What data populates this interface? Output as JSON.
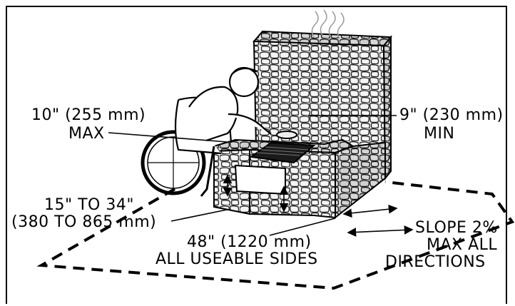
{
  "labels": {
    "top_clearance_value": "10\" (255 mm)",
    "top_clearance_qual": "MAX",
    "knee_depth_value": "9\" (230 mm)",
    "knee_depth_qual": "MIN",
    "height_range_imperial": "15\" TO 34\"",
    "height_range_metric": "(380 TO 865 mm)",
    "clear_space_value": "48\" (1220 mm)",
    "clear_space_qual": "ALL USEABLE SIDES",
    "slope_line1": "SLOPE 2%",
    "slope_line2": "MAX ALL",
    "slope_line3": "DIRECTIONS"
  }
}
